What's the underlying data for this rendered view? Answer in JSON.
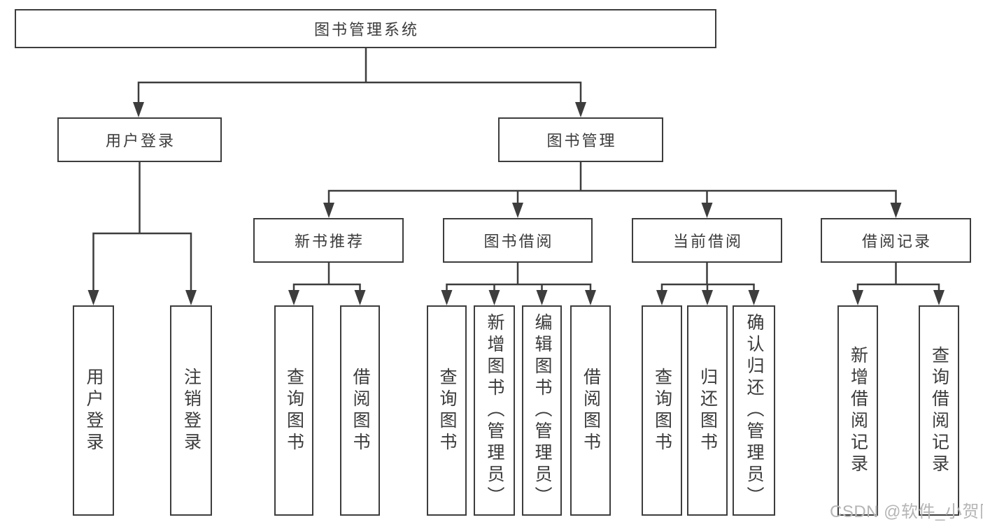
{
  "diagram": {
    "type": "hierarchy-tree",
    "nodes": [
      {
        "id": "root",
        "label": "图书管理系统",
        "level": 1,
        "parent": null
      },
      {
        "id": "user-login",
        "label": "用户登录",
        "level": 2,
        "parent": "root"
      },
      {
        "id": "book-mgmt",
        "label": "图书管理",
        "level": 2,
        "parent": "root"
      },
      {
        "id": "new-book-rec",
        "label": "新书推荐",
        "level": 3,
        "parent": "book-mgmt"
      },
      {
        "id": "book-borrow",
        "label": "图书借阅",
        "level": 3,
        "parent": "book-mgmt"
      },
      {
        "id": "current-borrow",
        "label": "当前借阅",
        "level": 3,
        "parent": "book-mgmt"
      },
      {
        "id": "borrow-record",
        "label": "借阅记录",
        "level": 3,
        "parent": "book-mgmt"
      },
      {
        "id": "leaf-user-login",
        "label": "用户登录",
        "level": 4,
        "parent": "user-login",
        "vertical": true
      },
      {
        "id": "leaf-logout",
        "label": "注销登录",
        "level": 4,
        "parent": "user-login",
        "vertical": true
      },
      {
        "id": "leaf-query-book-1",
        "label": "查询图书",
        "level": 4,
        "parent": "new-book-rec",
        "vertical": true
      },
      {
        "id": "leaf-borrow-book-1",
        "label": "借阅图书",
        "level": 4,
        "parent": "new-book-rec",
        "vertical": true
      },
      {
        "id": "leaf-query-book-2",
        "label": "查询图书",
        "level": 4,
        "parent": "book-borrow",
        "vertical": true
      },
      {
        "id": "leaf-add-book",
        "label": "新增图书（管理员）",
        "level": 4,
        "parent": "book-borrow",
        "vertical": true
      },
      {
        "id": "leaf-edit-book",
        "label": "编辑图书（管理员）",
        "level": 4,
        "parent": "book-borrow",
        "vertical": true
      },
      {
        "id": "leaf-borrow-book-2",
        "label": "借阅图书",
        "level": 4,
        "parent": "book-borrow",
        "vertical": true
      },
      {
        "id": "leaf-query-book-3",
        "label": "查询图书",
        "level": 4,
        "parent": "current-borrow",
        "vertical": true
      },
      {
        "id": "leaf-return-book",
        "label": "归还图书",
        "level": 4,
        "parent": "current-borrow",
        "vertical": true
      },
      {
        "id": "leaf-confirm-return",
        "label": "确认归还（管理员）",
        "level": 4,
        "parent": "current-borrow",
        "vertical": true
      },
      {
        "id": "leaf-add-record",
        "label": "新增借阅记录",
        "level": 4,
        "parent": "borrow-record",
        "vertical": true
      },
      {
        "id": "leaf-query-record",
        "label": "查询借阅记录",
        "level": 4,
        "parent": "borrow-record",
        "vertical": true
      }
    ],
    "edges": [
      {
        "from": "root",
        "to": "user-login"
      },
      {
        "from": "root",
        "to": "book-mgmt"
      },
      {
        "from": "user-login",
        "to": "leaf-user-login"
      },
      {
        "from": "user-login",
        "to": "leaf-logout"
      },
      {
        "from": "book-mgmt",
        "to": "new-book-rec"
      },
      {
        "from": "book-mgmt",
        "to": "book-borrow"
      },
      {
        "from": "book-mgmt",
        "to": "current-borrow"
      },
      {
        "from": "book-mgmt",
        "to": "borrow-record"
      },
      {
        "from": "new-book-rec",
        "to": "leaf-query-book-1"
      },
      {
        "from": "new-book-rec",
        "to": "leaf-borrow-book-1"
      },
      {
        "from": "book-borrow",
        "to": "leaf-query-book-2"
      },
      {
        "from": "book-borrow",
        "to": "leaf-add-book"
      },
      {
        "from": "book-borrow",
        "to": "leaf-edit-book"
      },
      {
        "from": "book-borrow",
        "to": "leaf-borrow-book-2"
      },
      {
        "from": "current-borrow",
        "to": "leaf-query-book-3"
      },
      {
        "from": "current-borrow",
        "to": "leaf-return-book"
      },
      {
        "from": "current-borrow",
        "to": "leaf-confirm-return"
      },
      {
        "from": "borrow-record",
        "to": "leaf-add-record"
      },
      {
        "from": "borrow-record",
        "to": "leaf-query-record"
      }
    ]
  },
  "watermark": {
    "text": "CSDN @软件_小贺同学",
    "color": "#b5b5b5"
  },
  "colors": {
    "background": "#ffffff",
    "box_border": "#3d3d3d",
    "connector_line": "#3d3d3d",
    "text": "#3b3b3b"
  }
}
